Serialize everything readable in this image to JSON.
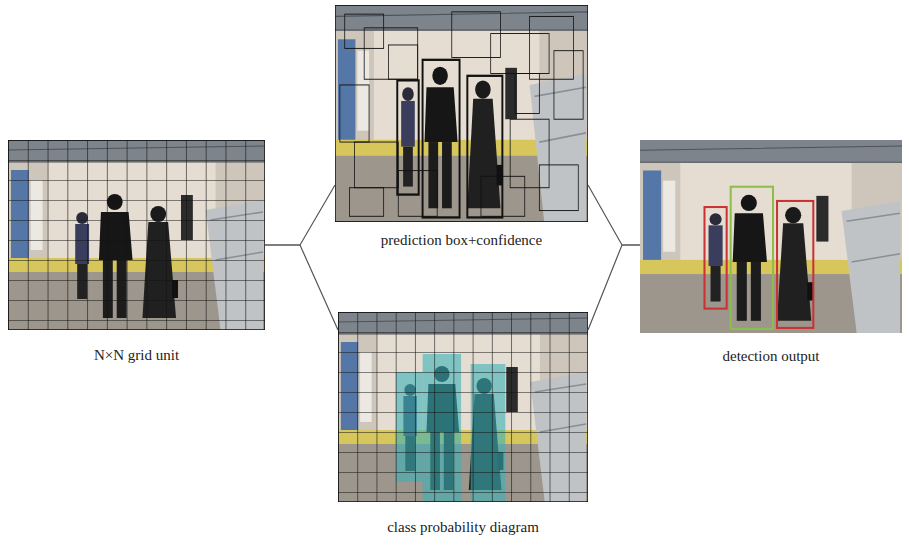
{
  "diagram": {
    "nodes": [
      {
        "text": [
          "N×N grid unit"
        ]
      },
      {
        "text": [
          "prediction box+confidence"
        ]
      },
      {
        "text": [
          "class probability diagram"
        ]
      },
      {
        "text": [
          "detection output"
        ]
      }
    ],
    "edges": [
      {
        "from": 0,
        "to": 1,
        "arrow": "none"
      },
      {
        "from": 0,
        "to": 2,
        "arrow": "none"
      },
      {
        "from": 1,
        "to": 3,
        "arrow": "none"
      },
      {
        "from": 2,
        "to": 3,
        "arrow": "none"
      }
    ]
  }
}
